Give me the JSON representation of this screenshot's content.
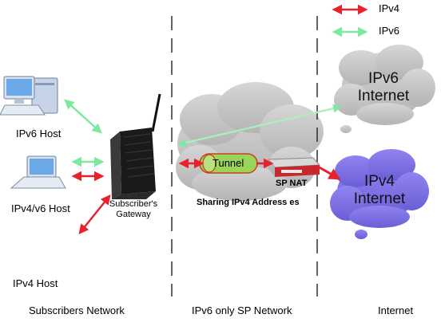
{
  "legend": {
    "items": [
      {
        "label": "IPv4",
        "color": "#e8212b"
      },
      {
        "label": "IPv6",
        "color": "#7ee8a0"
      }
    ]
  },
  "hosts": {
    "ipv6_host": "IPv6 Host",
    "ipv4v6_host": "IPv4/v6 Host",
    "ipv4_host": "IPv4 Host"
  },
  "gateway": {
    "label_line1": "Subscriber's",
    "label_line2": "Gateway"
  },
  "tunnel": {
    "label": "Tunnel",
    "color": "#9bd45a"
  },
  "sp_nat": {
    "label": "SP NAT",
    "sharing_text": "Sharing IPv4 Address es"
  },
  "clouds": {
    "ipv6_internet": {
      "line1": "IPv6",
      "line2": "Internet",
      "color": "#c9c9c9"
    },
    "ipv4_internet": {
      "line1": "IPv4",
      "line2": "Internet",
      "color": "#7f73e6"
    }
  },
  "sections": {
    "subscribers": "Subscribers Network",
    "sp": "IPv6 only SP Network",
    "internet": "Internet"
  },
  "colors": {
    "ipv4_arrow": "#e8212b",
    "ipv6_arrow": "#7ee8a0",
    "divider": "#222222"
  }
}
